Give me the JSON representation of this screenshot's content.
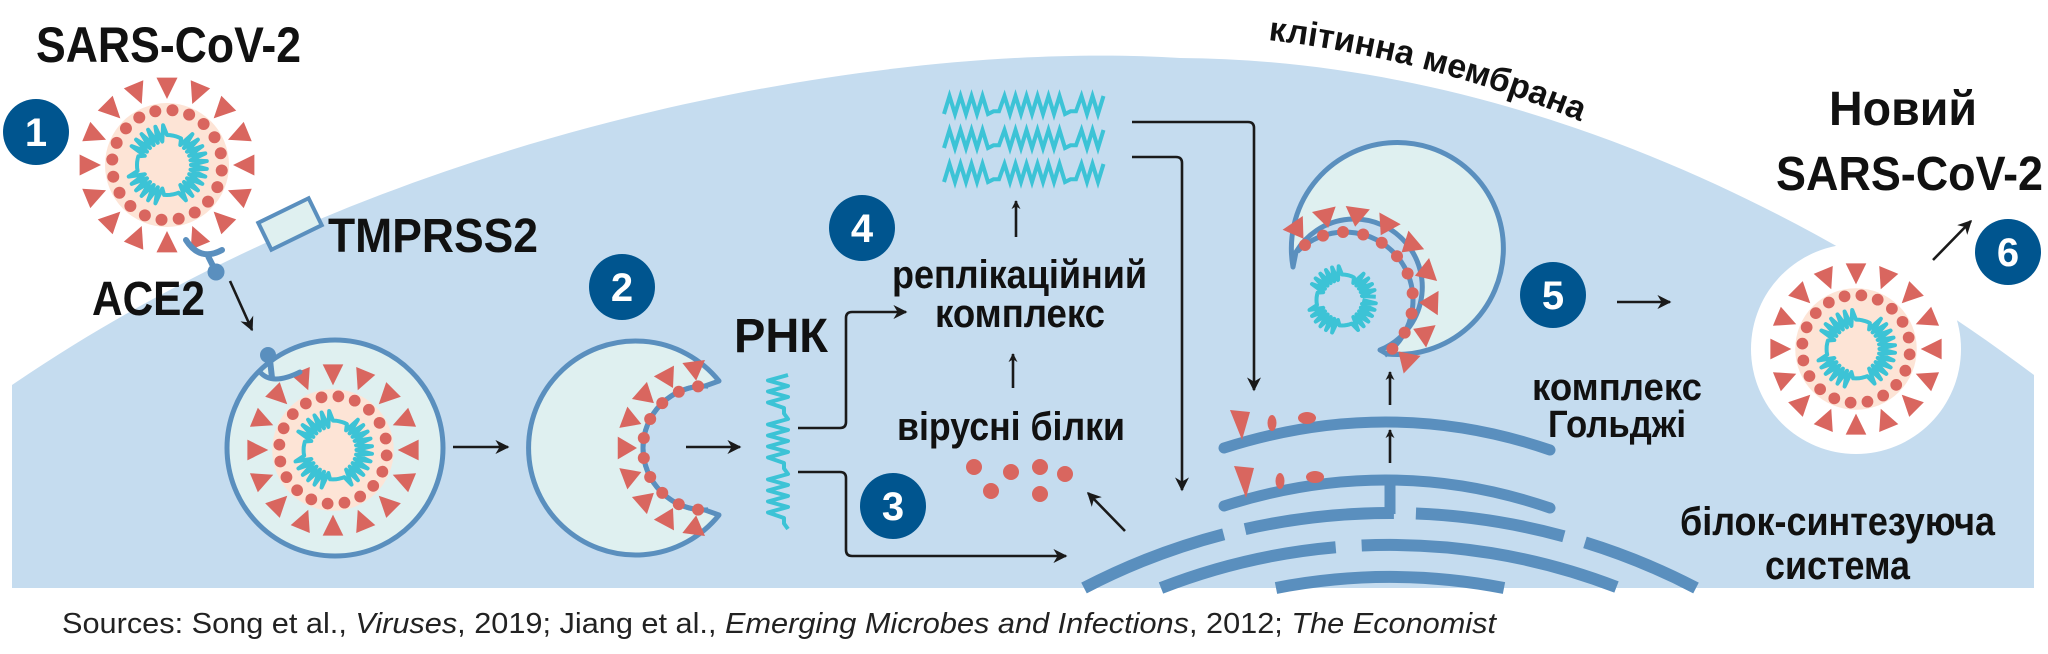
{
  "title": "SARS-CoV-2",
  "labels": {
    "tmprss2": "TMPRSS2",
    "ace2": "ACE2",
    "rna": "РНК",
    "replication_line1": "реплікаційний",
    "replication_line2": "комплекс",
    "viral_proteins": "вірусні білки",
    "cell_membrane": "клітинна мембрана",
    "golgi_line1": "комплекс",
    "golgi_line2": "Гольджі",
    "new_virus_line1": "Новий",
    "new_virus_line2": "SARS-CoV-2",
    "protein_synth_line1": "білок-синтезуюча",
    "protein_synth_line2": "система"
  },
  "steps": [
    "1",
    "2",
    "3",
    "4",
    "5",
    "6"
  ],
  "sources": {
    "prefix": "Sources: Song et al., ",
    "journal1": "Viruses",
    "mid1": ", 2019; Jiang et al., ",
    "journal2": "Emerging Microbes and Infections",
    "mid2": ", 2012; ",
    "publisher": "The Economist"
  },
  "colors": {
    "cell": "#c5dcef",
    "vesicle": "#dff0f0",
    "membrane": "#5a8fbe",
    "badge": "#00558f",
    "spike": "#d9665f",
    "rna": "#3cc3d6",
    "core": "#fde4d6"
  }
}
